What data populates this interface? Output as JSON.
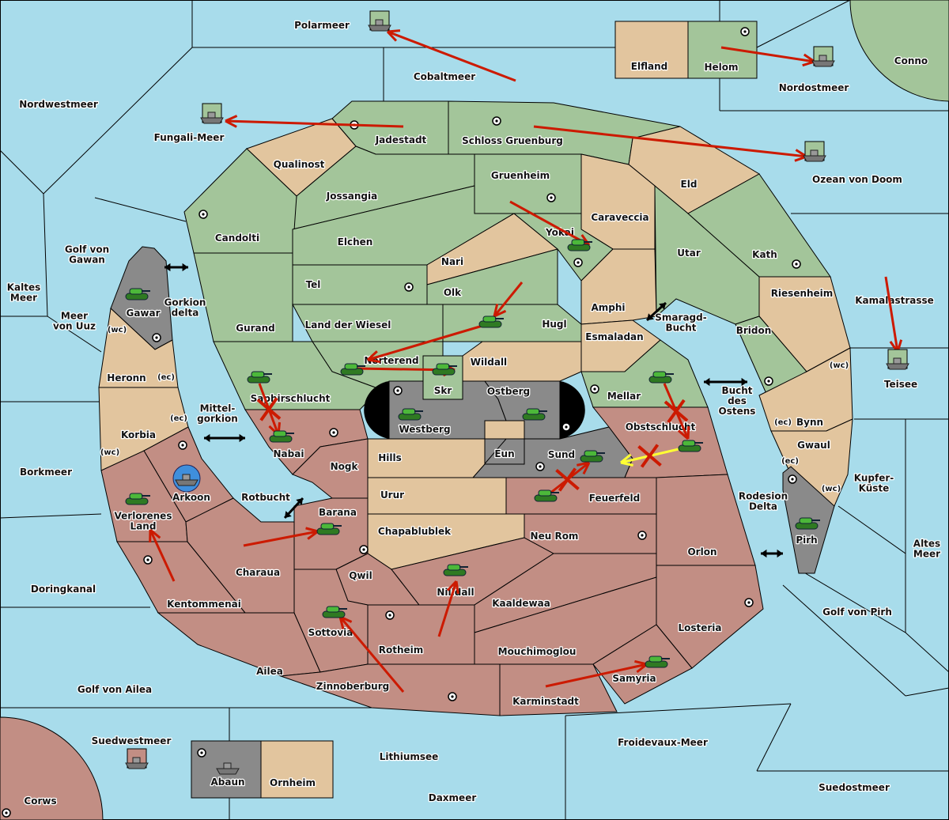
{
  "colors": {
    "sea": "#a8dceb",
    "green": "#a3c59a",
    "tan": "#e2c59e",
    "rose": "#c28e84",
    "gray": "#8a8a8a",
    "neutral": "#e2c59e",
    "order": "#cc1a00",
    "convoy": "#ffff33",
    "fleet_blue": "#3f8fdc"
  },
  "seas": [
    "Polarmeer",
    "Cobaltmeer",
    "Nordwestmeer",
    "Nordostmeer",
    "Fungali-Meer",
    "Ozean von Doom",
    "Golf von Gawan",
    "Kaltes Meer",
    "Meer von Uuz",
    "Gorkion delta",
    "Mittel-gorkion",
    "Rotbucht",
    "Smaragd-Bucht",
    "Bucht des Ostens",
    "Kamalastrasse",
    "Teisee",
    "Kupfer-Küste",
    "Rodesion Delta",
    "Altes Meer",
    "Golf von Pirh",
    "Borkmeer",
    "Doringkanal",
    "Golf von Ailea",
    "Suedwestmeer",
    "Lithiumsee",
    "Daxmeer",
    "Froidevaux-Meer",
    "Suedostmeer"
  ],
  "provinces": [
    {
      "name": "Elfland",
      "owner": "tan"
    },
    {
      "name": "Helom",
      "owner": "green"
    },
    {
      "name": "Conno",
      "owner": "green"
    },
    {
      "name": "Jadestadt",
      "owner": "green"
    },
    {
      "name": "Qualinost",
      "owner": "tan"
    },
    {
      "name": "Schloss Gruenburg",
      "owner": "green"
    },
    {
      "name": "Eld",
      "owner": "tan"
    },
    {
      "name": "Jossangia",
      "owner": "green"
    },
    {
      "name": "Gruenheim",
      "owner": "green"
    },
    {
      "name": "Caraveccia",
      "owner": "tan"
    },
    {
      "name": "Candolti",
      "owner": "green"
    },
    {
      "name": "Elchen",
      "owner": "green"
    },
    {
      "name": "Nari",
      "owner": "tan"
    },
    {
      "name": "Yokai",
      "owner": "green"
    },
    {
      "name": "Utar",
      "owner": "green"
    },
    {
      "name": "Kath",
      "owner": "green"
    },
    {
      "name": "Tel",
      "owner": "green"
    },
    {
      "name": "Olk",
      "owner": "green"
    },
    {
      "name": "Amphi",
      "owner": "tan"
    },
    {
      "name": "Riesenheim",
      "owner": "tan"
    },
    {
      "name": "Gurand",
      "owner": "green"
    },
    {
      "name": "Land der Wiesel",
      "owner": "green"
    },
    {
      "name": "Hugl",
      "owner": "green"
    },
    {
      "name": "Bridon",
      "owner": "green"
    },
    {
      "name": "Esmaladan",
      "owner": "tan"
    },
    {
      "name": "Wildall",
      "owner": "tan"
    },
    {
      "name": "Norterend",
      "owner": "green"
    },
    {
      "name": "Skr",
      "owner": "green"
    },
    {
      "name": "Saphirschlucht",
      "owner": "green"
    },
    {
      "name": "Mellar",
      "owner": "green"
    },
    {
      "name": "Bynn",
      "owner": "tan"
    },
    {
      "name": "Gwaul",
      "owner": "tan"
    },
    {
      "name": "Pirh",
      "owner": "gray"
    },
    {
      "name": "Westberg",
      "owner": "gray"
    },
    {
      "name": "Ostberg",
      "owner": "gray"
    },
    {
      "name": "Eun",
      "owner": "tan"
    },
    {
      "name": "Sund",
      "owner": "gray"
    },
    {
      "name": "Hills",
      "owner": "tan"
    },
    {
      "name": "Urur",
      "owner": "tan"
    },
    {
      "name": "Chapablublek",
      "owner": "tan"
    },
    {
      "name": "Obstschlucht",
      "owner": "rose"
    },
    {
      "name": "Feuerfeld",
      "owner": "rose"
    },
    {
      "name": "Neu Rom",
      "owner": "rose"
    },
    {
      "name": "Orlon",
      "owner": "rose"
    },
    {
      "name": "Nabai",
      "owner": "rose"
    },
    {
      "name": "Nogk",
      "owner": "rose"
    },
    {
      "name": "Gawar",
      "owner": "gray"
    },
    {
      "name": "Heronn",
      "owner": "tan"
    },
    {
      "name": "Korbia",
      "owner": "tan"
    },
    {
      "name": "Arkoon",
      "owner": "rose"
    },
    {
      "name": "Verlorenes Land",
      "owner": "rose"
    },
    {
      "name": "Kentommenai",
      "owner": "rose"
    },
    {
      "name": "Charaua",
      "owner": "rose"
    },
    {
      "name": "Barana",
      "owner": "rose"
    },
    {
      "name": "Qwil",
      "owner": "rose"
    },
    {
      "name": "Ailea",
      "owner": "rose"
    },
    {
      "name": "Sottovia",
      "owner": "rose"
    },
    {
      "name": "Rotheim",
      "owner": "rose"
    },
    {
      "name": "Nilldall",
      "owner": "rose"
    },
    {
      "name": "Kaaldewaa",
      "owner": "rose"
    },
    {
      "name": "Mouchimoglou",
      "owner": "rose"
    },
    {
      "name": "Losteria",
      "owner": "rose"
    },
    {
      "name": "Zinnoberburg",
      "owner": "rose"
    },
    {
      "name": "Karminstadt",
      "owner": "rose"
    },
    {
      "name": "Samyria",
      "owner": "rose"
    },
    {
      "name": "Abaun",
      "owner": "gray"
    },
    {
      "name": "Ornheim",
      "owner": "tan"
    },
    {
      "name": "Corws",
      "owner": "rose"
    }
  ],
  "coast_labels": [
    "(wc)",
    "(ec)",
    "(ec)",
    "(wc)",
    "(ec)",
    "(wc)",
    "(ec)",
    "(wc)",
    "(ec)"
  ],
  "units": [
    {
      "type": "army",
      "at": "Gawar",
      "power": "gray"
    },
    {
      "type": "army",
      "at": "Verlorenes Land",
      "power": "rose"
    },
    {
      "type": "army",
      "at": "Saphirschlucht",
      "power": "green"
    },
    {
      "type": "army",
      "at": "Nabai",
      "power": "green"
    },
    {
      "type": "army",
      "at": "Norterend",
      "power": "green"
    },
    {
      "type": "army",
      "at": "Skr",
      "power": "green"
    },
    {
      "type": "army",
      "at": "Westberg",
      "power": "green"
    },
    {
      "type": "army",
      "at": "Ostberg",
      "power": "green"
    },
    {
      "type": "army",
      "at": "Hugl",
      "power": "green"
    },
    {
      "type": "army",
      "at": "Yokai",
      "power": "green"
    },
    {
      "type": "army",
      "at": "Mellar",
      "power": "green"
    },
    {
      "type": "army",
      "at": "Obstschlucht",
      "power": "green"
    },
    {
      "type": "army",
      "at": "Sund",
      "power": "green"
    },
    {
      "type": "army",
      "at": "Feuerfeld",
      "power": "green"
    },
    {
      "type": "army",
      "at": "Barana",
      "power": "green"
    },
    {
      "type": "army",
      "at": "Sottovia",
      "power": "green"
    },
    {
      "type": "army",
      "at": "Nilldall",
      "power": "green"
    },
    {
      "type": "army",
      "at": "Samyria",
      "power": "green"
    },
    {
      "type": "army",
      "at": "Pirh",
      "power": "green"
    },
    {
      "type": "fleet",
      "at": "Polarmeer",
      "power": "green"
    },
    {
      "type": "fleet",
      "at": "Nordostmeer",
      "power": "green"
    },
    {
      "type": "fleet",
      "at": "Fungali-Meer",
      "power": "green"
    },
    {
      "type": "fleet",
      "at": "Ozean von Doom",
      "power": "green"
    },
    {
      "type": "fleet",
      "at": "Teisee",
      "power": "green"
    },
    {
      "type": "fleet",
      "at": "Suedwestmeer",
      "power": "rose"
    },
    {
      "type": "fleet",
      "at": "Abaun",
      "power": "gray"
    },
    {
      "type": "fleet",
      "at": "Arkoon",
      "power": "blue"
    }
  ],
  "orders": [
    {
      "from": "Cobaltmeer",
      "to": "Polarmeer",
      "status": "move"
    },
    {
      "from": "Helom",
      "to": "Nordostmeer",
      "status": "move"
    },
    {
      "from": "Jadestadt",
      "to": "Fungali-Meer",
      "status": "move"
    },
    {
      "from": "Schloss Gruenburg",
      "to": "Ozean von Doom",
      "status": "move"
    },
    {
      "from": "Gruenheim",
      "to": "Yokai",
      "status": "move"
    },
    {
      "from": "Olk",
      "to": "Hugl",
      "status": "move"
    },
    {
      "from": "Norterend",
      "to": "Skr",
      "status": "move"
    },
    {
      "from": "Hugl",
      "to": "Norterend",
      "status": "move"
    },
    {
      "from": "Saphirschlucht",
      "to": "Nabai",
      "status": "failed"
    },
    {
      "from": "Kamalastrasse",
      "to": "Teisee",
      "status": "move"
    },
    {
      "from": "Kentommenai",
      "to": "Verlorenes Land",
      "status": "move"
    },
    {
      "from": "Charaua",
      "to": "Barana",
      "status": "move"
    },
    {
      "from": "Zinnoberburg",
      "to": "Sottovia",
      "status": "move"
    },
    {
      "from": "Rotheim",
      "to": "Nilldall",
      "status": "move"
    },
    {
      "from": "Karminstadt",
      "to": "Samyria",
      "status": "move"
    },
    {
      "from": "Feuerfeld",
      "to": "Sund",
      "status": "failed"
    },
    {
      "from": "Obstschlucht",
      "to": "Sund",
      "status": "failed-support"
    },
    {
      "from": "Mellar",
      "to": "Obstschlucht",
      "status": "failed"
    }
  ]
}
